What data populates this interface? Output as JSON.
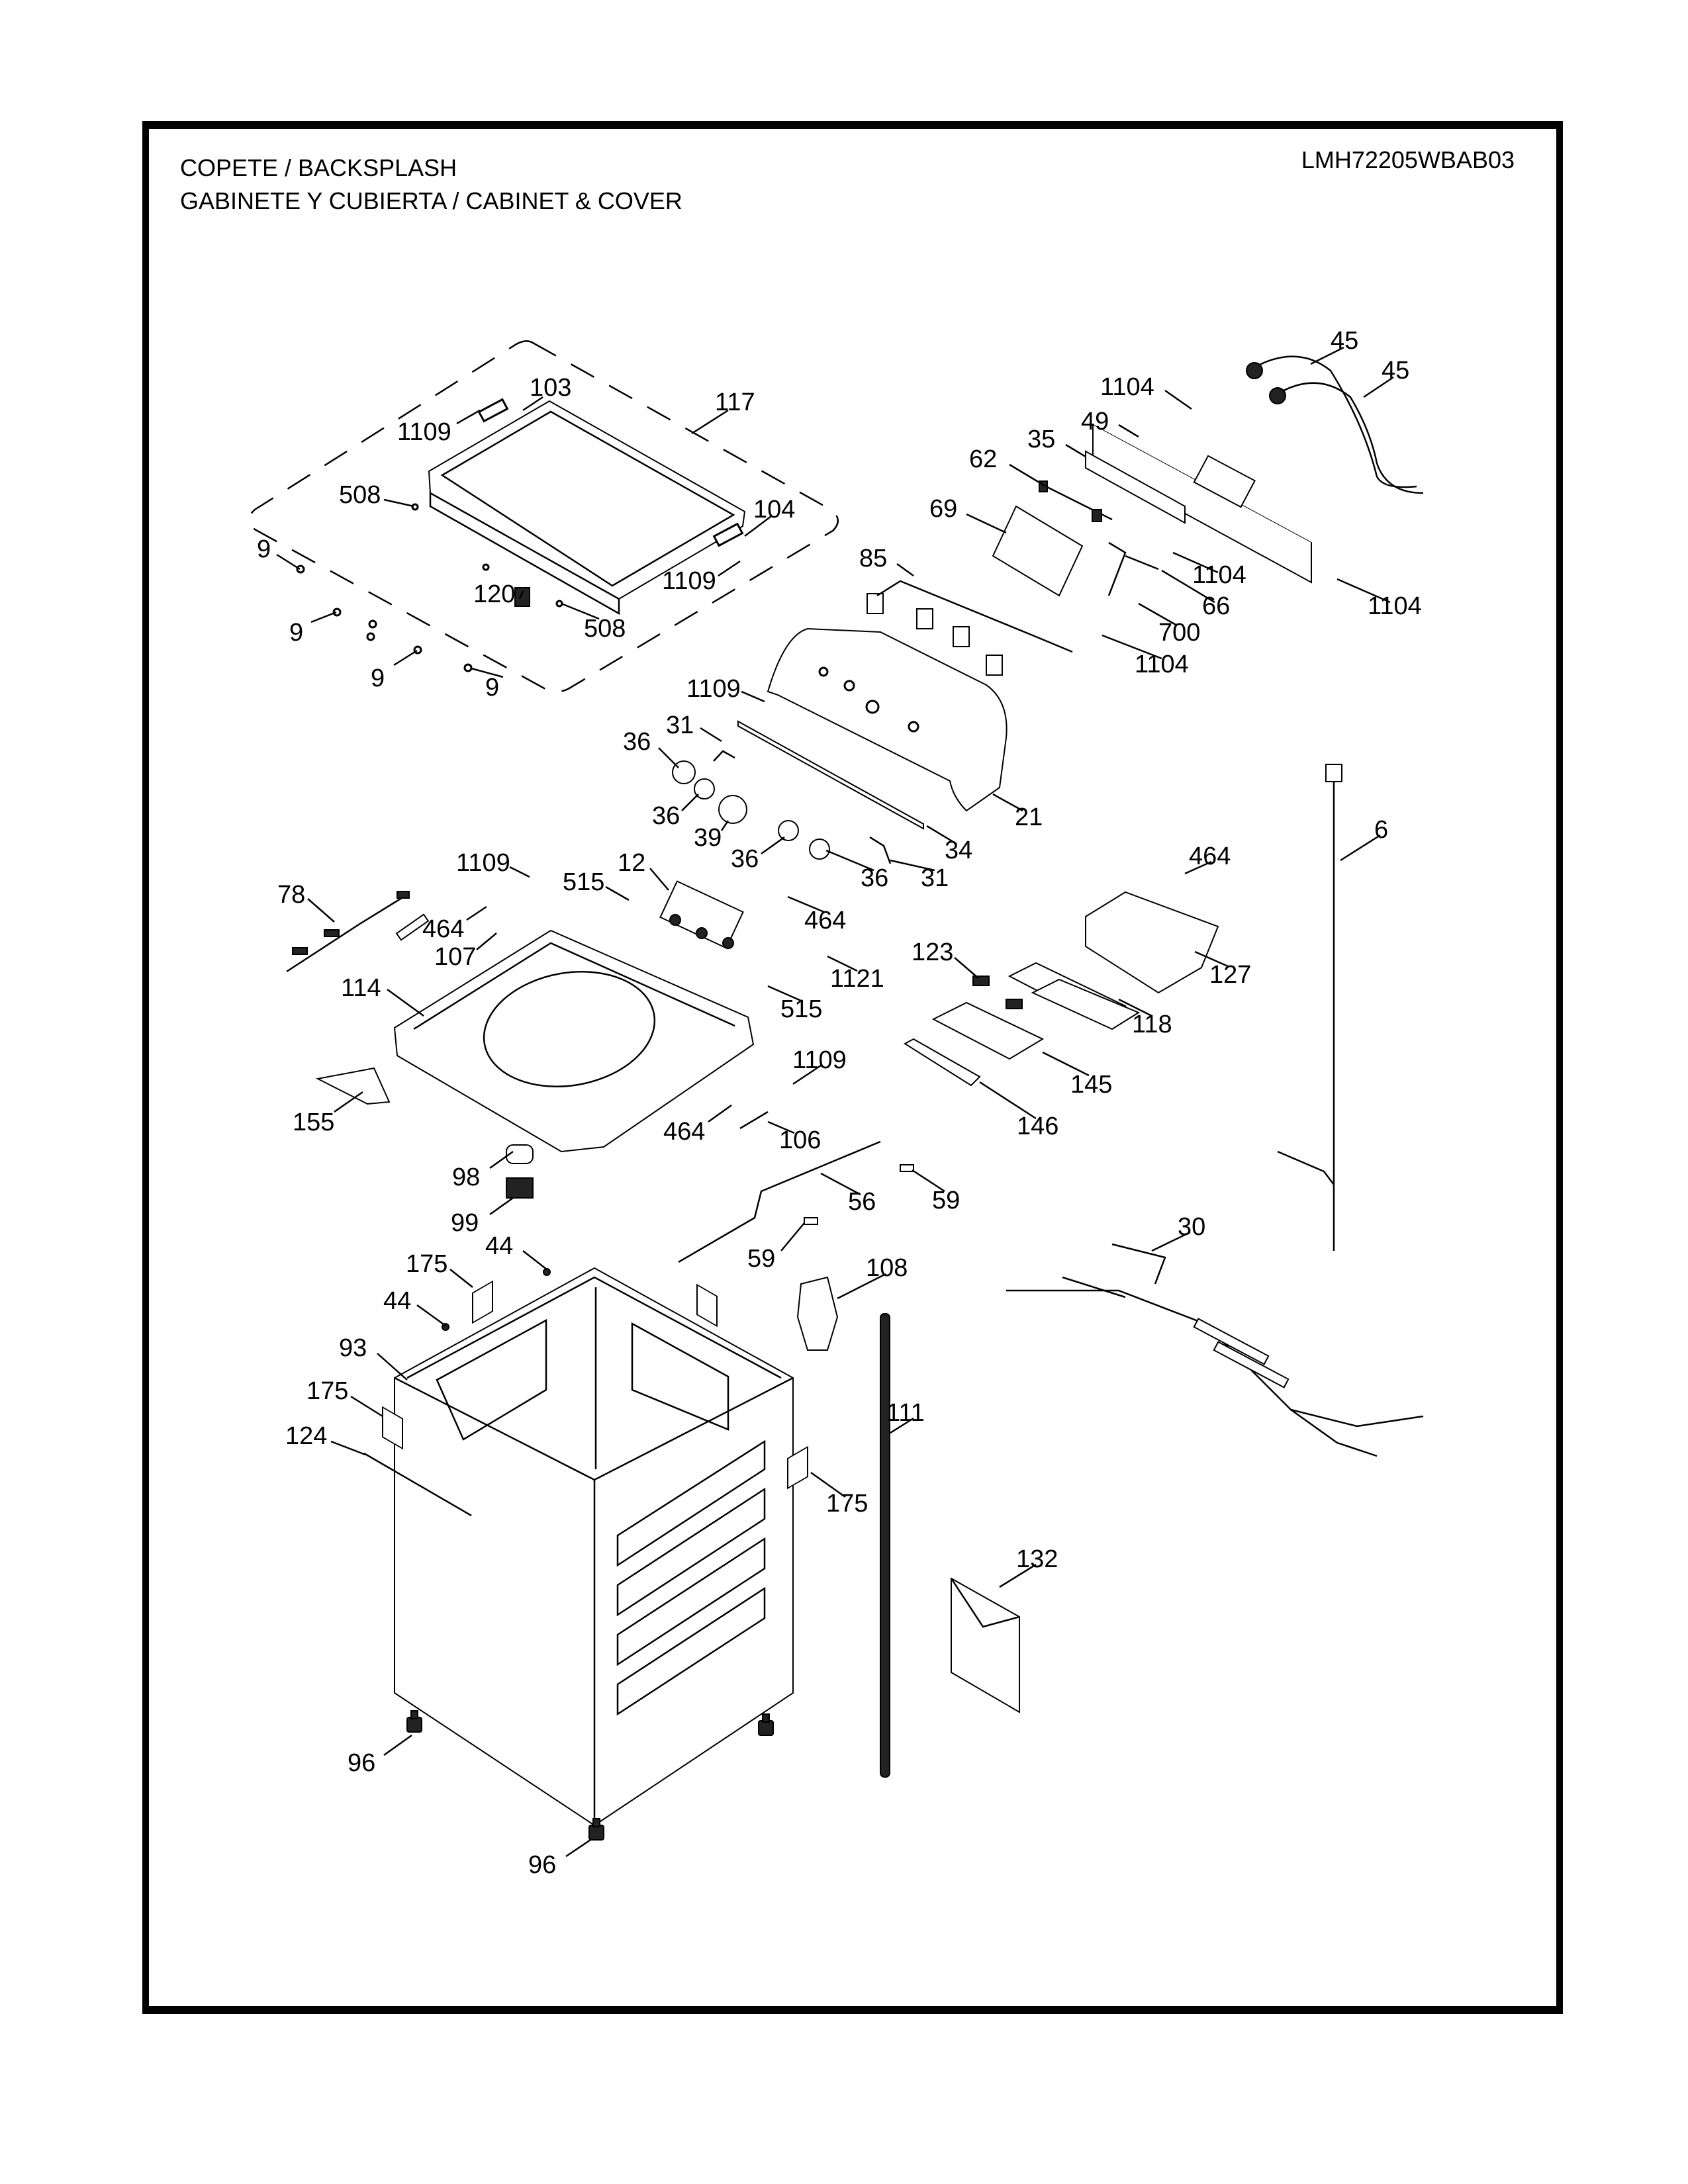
{
  "header": {
    "title_line1": "COPETE / BACKSPLASH",
    "title_line2": "GABINETE Y CUBIERTA / CABINET & COVER",
    "model_number": "LMH72205WBAB03"
  },
  "diagram": {
    "type": "exploded-parts-view",
    "subject": "Washer cabinet, cover and backsplash assembly",
    "callouts": [
      {
        "id": "c117",
        "label": "117",
        "part": "lid assembly (dashed group)"
      },
      {
        "id": "c103",
        "label": "103",
        "part": "lid hinge left"
      },
      {
        "id": "c1109a",
        "label": "1109",
        "part": "screw"
      },
      {
        "id": "c508a",
        "label": "508",
        "part": "fastener"
      },
      {
        "id": "c104",
        "label": "104",
        "part": "lid hinge right"
      },
      {
        "id": "c9a",
        "label": "9",
        "part": "bumper"
      },
      {
        "id": "c1109b",
        "label": "1109",
        "part": "screw"
      },
      {
        "id": "c120",
        "label": "120",
        "part": "lid lock switch"
      },
      {
        "id": "c508b",
        "label": "508",
        "part": "fastener"
      },
      {
        "id": "c9b",
        "label": "9",
        "part": "bumper"
      },
      {
        "id": "c9c",
        "label": "9",
        "part": "bumper"
      },
      {
        "id": "c9d",
        "label": "9",
        "part": "bumper"
      },
      {
        "id": "c1104a",
        "label": "1104",
        "part": "screw"
      },
      {
        "id": "c45a",
        "label": "45",
        "part": "inlet hose"
      },
      {
        "id": "c45b",
        "label": "45",
        "part": "inlet hose"
      },
      {
        "id": "c49",
        "label": "49",
        "part": "rear cover panel"
      },
      {
        "id": "c35",
        "label": "35",
        "part": "backsplash rear plate"
      },
      {
        "id": "c62",
        "label": "62",
        "part": "bracket"
      },
      {
        "id": "c69",
        "label": "69",
        "part": "main PCB"
      },
      {
        "id": "c85",
        "label": "85",
        "part": "switch harness"
      },
      {
        "id": "c1104b",
        "label": "1104",
        "part": "screw"
      },
      {
        "id": "c66",
        "label": "66",
        "part": "bracket"
      },
      {
        "id": "c1104c",
        "label": "1104",
        "part": "screw"
      },
      {
        "id": "c700",
        "label": "700",
        "part": "screw"
      },
      {
        "id": "c1104d",
        "label": "1104",
        "part": "screw"
      },
      {
        "id": "c1109c",
        "label": "1109",
        "part": "screw"
      },
      {
        "id": "c31a",
        "label": "31",
        "part": "end cap"
      },
      {
        "id": "c36a",
        "label": "36",
        "part": "knob"
      },
      {
        "id": "c36b",
        "label": "36",
        "part": "knob"
      },
      {
        "id": "c39",
        "label": "39",
        "part": "main knob"
      },
      {
        "id": "c21",
        "label": "21",
        "part": "backsplash/control panel"
      },
      {
        "id": "c36c",
        "label": "36",
        "part": "knob"
      },
      {
        "id": "c36d",
        "label": "36",
        "part": "knob"
      },
      {
        "id": "c34",
        "label": "34",
        "part": "trim strip"
      },
      {
        "id": "c31b",
        "label": "31",
        "part": "end cap"
      },
      {
        "id": "c6",
        "label": "6",
        "part": "power cord"
      },
      {
        "id": "c1109d",
        "label": "1109",
        "part": "screw"
      },
      {
        "id": "c515a",
        "label": "515",
        "part": "screw"
      },
      {
        "id": "c12",
        "label": "12",
        "part": "water inlet valve"
      },
      {
        "id": "c78",
        "label": "78",
        "part": "harness"
      },
      {
        "id": "c464a",
        "label": "464",
        "part": "screw"
      },
      {
        "id": "c464b",
        "label": "464",
        "part": "screw"
      },
      {
        "id": "c464c",
        "label": "464",
        "part": "screw"
      },
      {
        "id": "c107",
        "label": "107",
        "part": "bracket"
      },
      {
        "id": "c1121",
        "label": "1121",
        "part": "screw"
      },
      {
        "id": "c123",
        "label": "123",
        "part": "siphon cap"
      },
      {
        "id": "c127",
        "label": "127",
        "part": "dispenser housing"
      },
      {
        "id": "c114",
        "label": "114",
        "part": "top cover"
      },
      {
        "id": "c515b",
        "label": "515",
        "part": "screw"
      },
      {
        "id": "c118",
        "label": "118",
        "part": "dispenser tray"
      },
      {
        "id": "c1109e",
        "label": "1109",
        "part": "screw"
      },
      {
        "id": "c145",
        "label": "145",
        "part": "dispenser drawer"
      },
      {
        "id": "c155",
        "label": "155",
        "part": "handle"
      },
      {
        "id": "c146",
        "label": "146",
        "part": "drawer front panel"
      },
      {
        "id": "c464d",
        "label": "464",
        "part": "screw"
      },
      {
        "id": "c106",
        "label": "106",
        "part": "bracket"
      },
      {
        "id": "c98",
        "label": "98",
        "part": "cap"
      },
      {
        "id": "c56",
        "label": "56",
        "part": "harness"
      },
      {
        "id": "c59a",
        "label": "59",
        "part": "clip"
      },
      {
        "id": "c99",
        "label": "99",
        "part": "switch"
      },
      {
        "id": "c30",
        "label": "30",
        "part": "main wire harness"
      },
      {
        "id": "c44a",
        "label": "44",
        "part": "clip"
      },
      {
        "id": "c175a",
        "label": "175",
        "part": "label"
      },
      {
        "id": "c59b",
        "label": "59",
        "part": "clip"
      },
      {
        "id": "c108",
        "label": "108",
        "part": "cover"
      },
      {
        "id": "c44b",
        "label": "44",
        "part": "clip"
      },
      {
        "id": "c93",
        "label": "93",
        "part": "cabinet"
      },
      {
        "id": "c175b",
        "label": "175",
        "part": "label"
      },
      {
        "id": "c111",
        "label": "111",
        "part": "drain hose"
      },
      {
        "id": "c124",
        "label": "124",
        "part": "support rail"
      },
      {
        "id": "c175c",
        "label": "175",
        "part": "label"
      },
      {
        "id": "c132",
        "label": "132",
        "part": "manual"
      },
      {
        "id": "c96a",
        "label": "96",
        "part": "leveling leg"
      },
      {
        "id": "c96b",
        "label": "96",
        "part": "leveling leg"
      }
    ]
  }
}
